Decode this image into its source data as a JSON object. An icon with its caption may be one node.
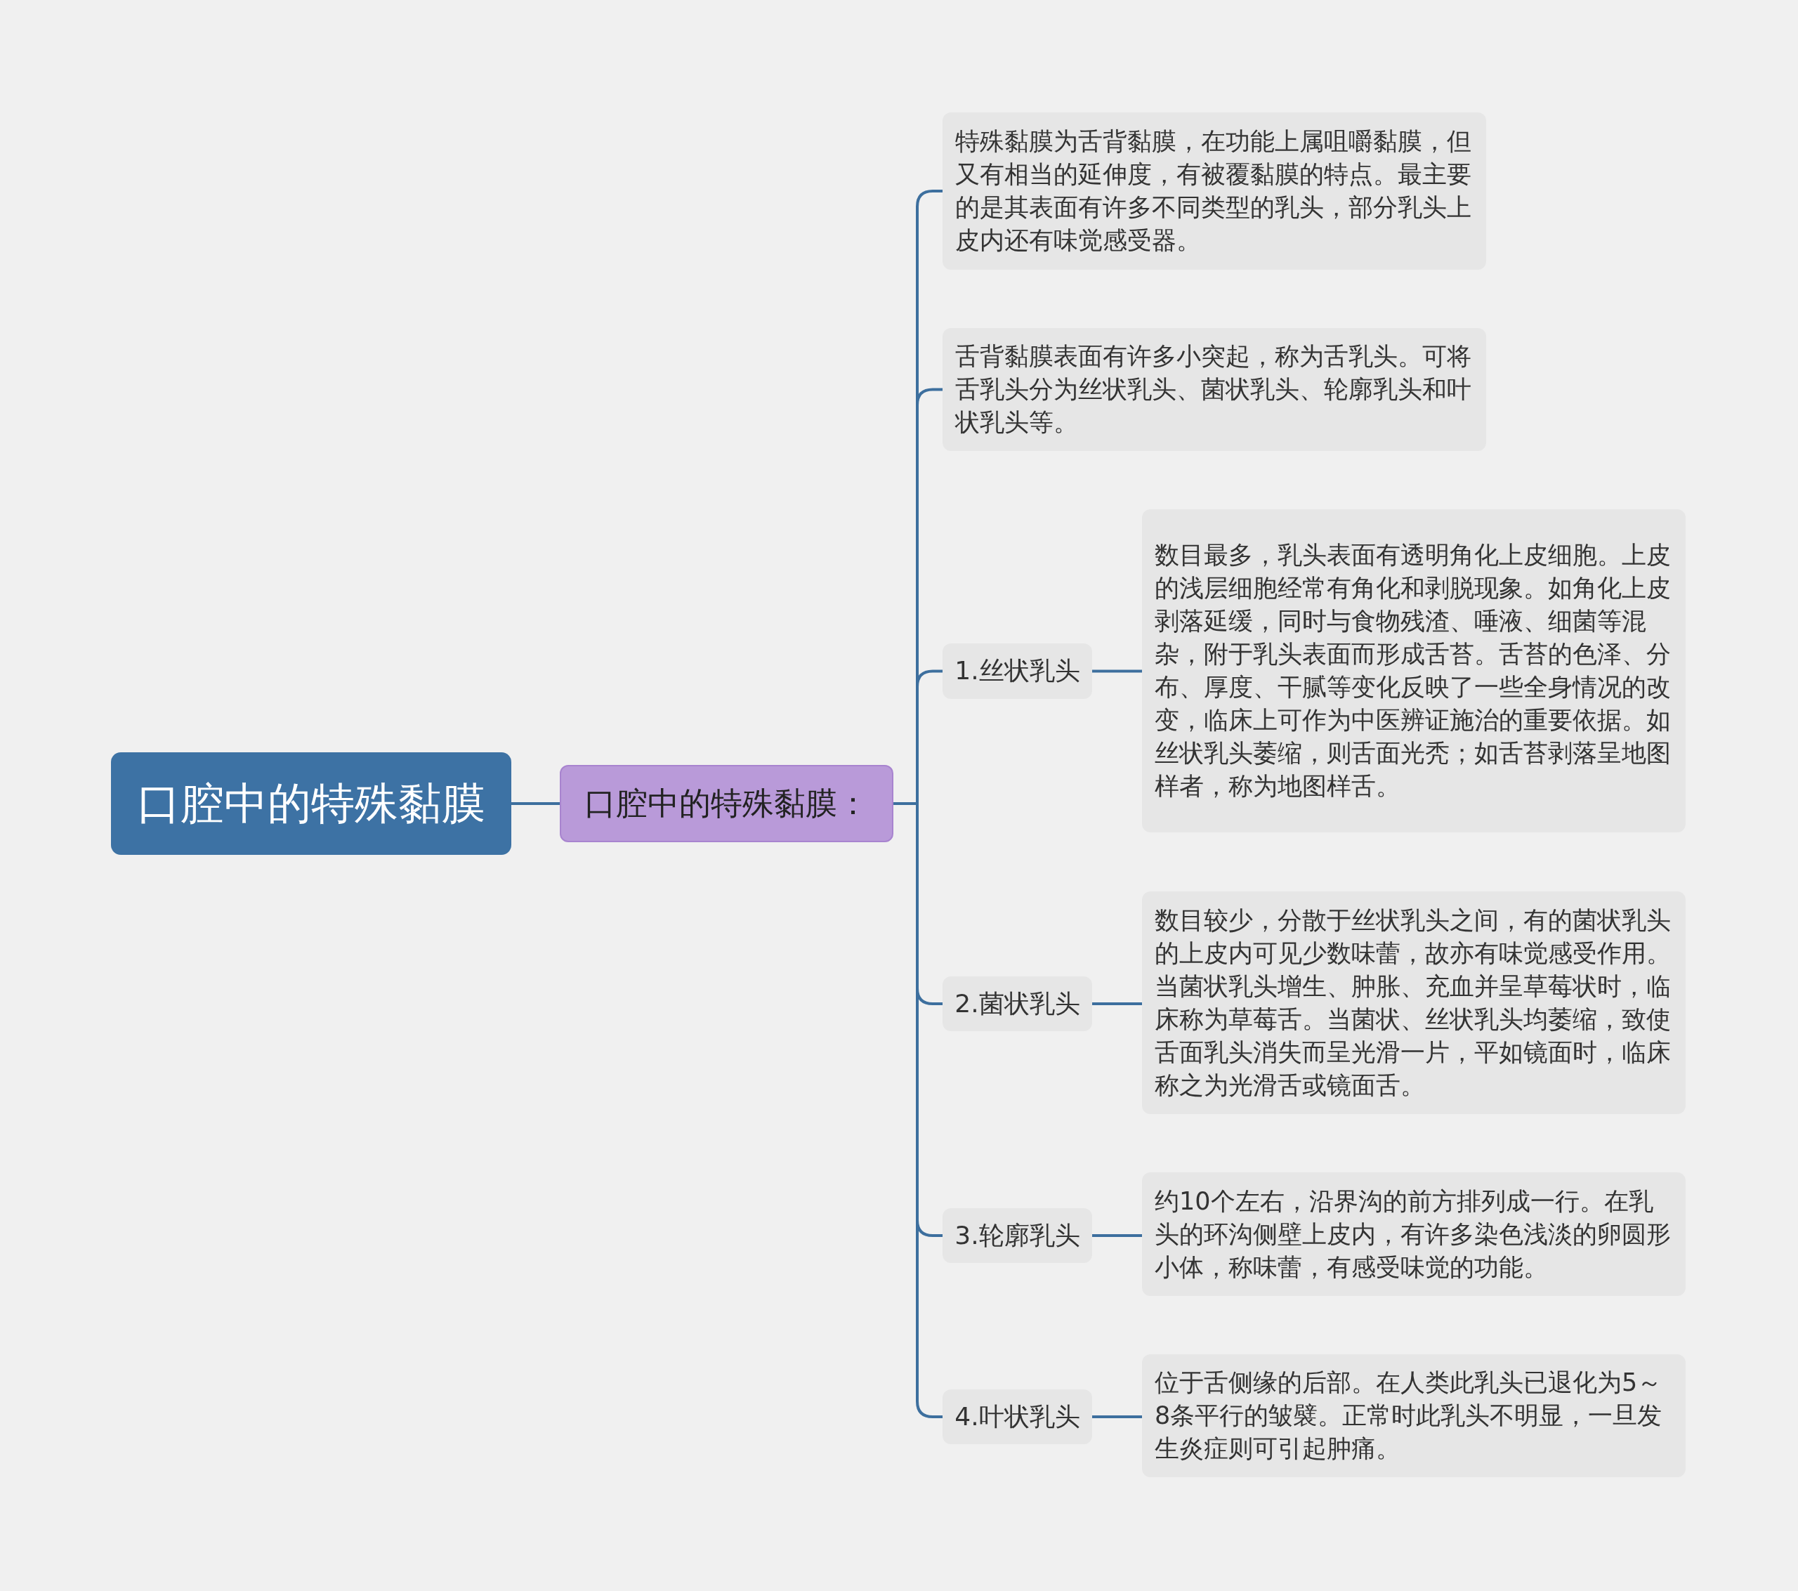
{
  "diagram": {
    "nodes": [
      {
        "text": [
          "口腔中的特殊黏膜"
        ]
      },
      {
        "text": [
          "口腔中的特殊黏膜："
        ]
      },
      {
        "text": [
          "特殊黏膜为舌背黏膜，在功能上属咀嚼黏膜，但又有相当的延伸度，有被覆黏膜的特点。最主要的是其表面有许多不同类型的乳头，部分乳头上皮内还有味觉感受器。"
        ]
      },
      {
        "text": [
          "舌背黏膜表面有许多小突起，称为舌乳头。可将舌乳头分为丝状乳头、菌状乳头、轮廓乳头和叶状乳头等。"
        ]
      },
      {
        "text": [
          "1.丝状乳头"
        ]
      },
      {
        "text": [
          "数目最多，乳头表面有透明角化上皮细胞。上皮的浅层细胞经常有角化和剥脱现象。如角化上皮剥落延缓，同时与食物残渣、唾液、细菌等混杂，附于乳头表面而形成舌苔。舌苔的色泽、分布、厚度、干腻等变化反映了一些全身情况的改变，临床上可作为中医辨证施治的重要依据。如丝状乳头萎缩，则舌面光秃；如舌苔剥落呈地图样者，称为地图样舌。"
        ]
      },
      {
        "text": [
          "2.菌状乳头"
        ]
      },
      {
        "text": [
          "数目较少，分散于丝状乳头之间，有的菌状乳头的上皮内可见少数味蕾，故亦有味觉感受作用。当菌状乳头增生、肿胀、充血并呈草莓状时，临床称为草莓舌。当菌状、丝状乳头均萎缩，致使舌面乳头消失而呈光滑一片，平如镜面时，临床称之为光滑舌或镜面舌。"
        ]
      },
      {
        "text": [
          "3.轮廓乳头"
        ]
      },
      {
        "text": [
          "约10个左右，沿界沟的前方排列成一行。在乳头的环沟侧壁上皮内，有许多染色浅淡的卵圆形小体，称味蕾，有感受味觉的功能。"
        ]
      },
      {
        "text": [
          "4.叶状乳头"
        ]
      },
      {
        "text": [
          "位于舌侧缘的后部。在人类此乳头已退化为5～8条平行的皱襞。正常时此乳头不明显，一旦发生炎症则可引起肿痛。"
        ]
      }
    ],
    "edges": [
      {
        "from": 0,
        "to": 1,
        "arrow": "none"
      },
      {
        "from": 1,
        "to": 2,
        "arrow": "none"
      },
      {
        "from": 1,
        "to": 3,
        "arrow": "none"
      },
      {
        "from": 1,
        "to": 4,
        "arrow": "none"
      },
      {
        "from": 1,
        "to": 6,
        "arrow": "none"
      },
      {
        "from": 1,
        "to": 8,
        "arrow": "none"
      },
      {
        "from": 1,
        "to": 10,
        "arrow": "none"
      },
      {
        "from": 4,
        "to": 5,
        "arrow": "none"
      },
      {
        "from": 6,
        "to": 7,
        "arrow": "none"
      },
      {
        "from": 8,
        "to": 9,
        "arrow": "none"
      },
      {
        "from": 10,
        "to": 11,
        "arrow": "none"
      }
    ]
  }
}
